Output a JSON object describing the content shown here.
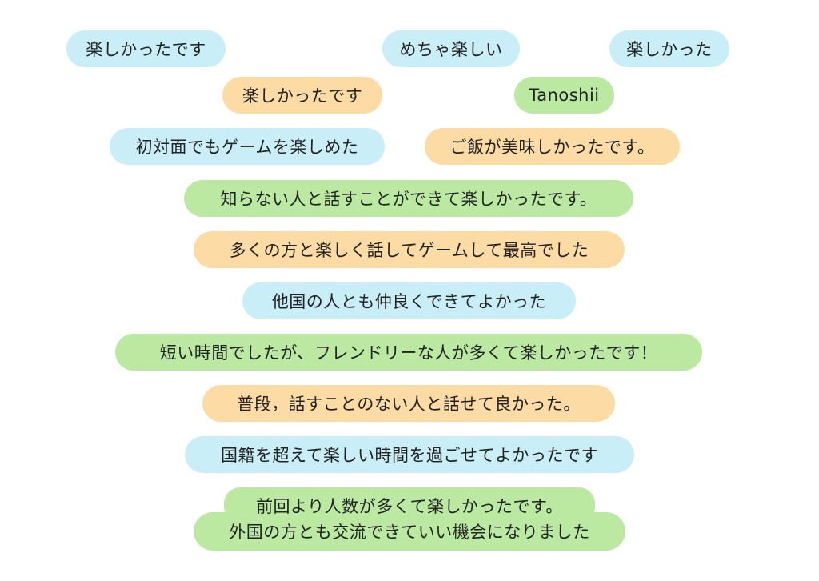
{
  "colors": {
    "blue": "#c9eef8",
    "orange": "#fddba5",
    "green": "#bbe9a2"
  },
  "comments": [
    {
      "text": "楽しかったです",
      "color": "blue"
    },
    {
      "text": "めちゃ楽しい",
      "color": "blue"
    },
    {
      "text": "楽しかった",
      "color": "blue"
    },
    {
      "text": "楽しかったです",
      "color": "orange"
    },
    {
      "text": "Tanoshii",
      "color": "green"
    },
    {
      "text": "初対面でもゲームを楽しめた",
      "color": "blue"
    },
    {
      "text": "ご飯が美味しかったです。",
      "color": "orange"
    },
    {
      "text": "知らない人と話すことができて楽しかったです。",
      "color": "green"
    },
    {
      "text": "多くの方と楽しく話してゲームして最高でした",
      "color": "orange"
    },
    {
      "text": "他国の人とも仲良くできてよかった",
      "color": "blue"
    },
    {
      "text": "短い時間でしたが、フレンドリーな人が多くて楽しかったです！",
      "color": "green"
    },
    {
      "text": "普段，話すことのない人と話せて良かった。",
      "color": "orange"
    },
    {
      "text": "国籍を超えて楽しい時間を過ごせてよかったです",
      "color": "blue"
    },
    {
      "line1": "前回より人数が多くて楽しかったです。",
      "line2": "外国の方とも交流できていい機会になりました",
      "color": "green"
    }
  ]
}
